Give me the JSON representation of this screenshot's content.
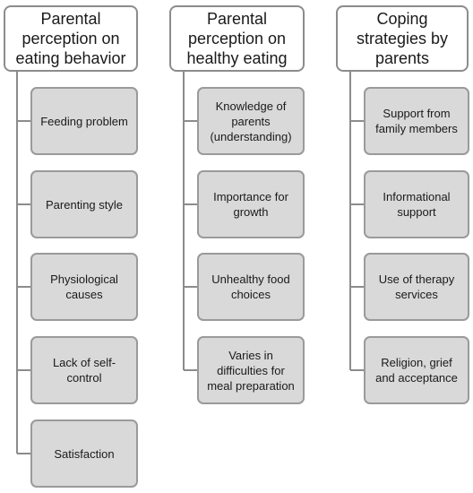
{
  "columns": [
    {
      "title": "Parental perception on eating behavior",
      "items": [
        "Feeding problem",
        "Parenting style",
        "Physiological causes",
        "Lack of self-control",
        "Satisfaction"
      ]
    },
    {
      "title": "Parental perception on healthy eating",
      "items": [
        "Knowledge of parents (understanding)",
        "Importance for growth",
        "Unhealthy food choices",
        "Varies in difficulties for meal preparation"
      ]
    },
    {
      "title": "Coping strategies by parents",
      "items": [
        "Support from family members",
        "Informational support",
        "Use of therapy services",
        "Religion, grief and acceptance"
      ]
    }
  ]
}
